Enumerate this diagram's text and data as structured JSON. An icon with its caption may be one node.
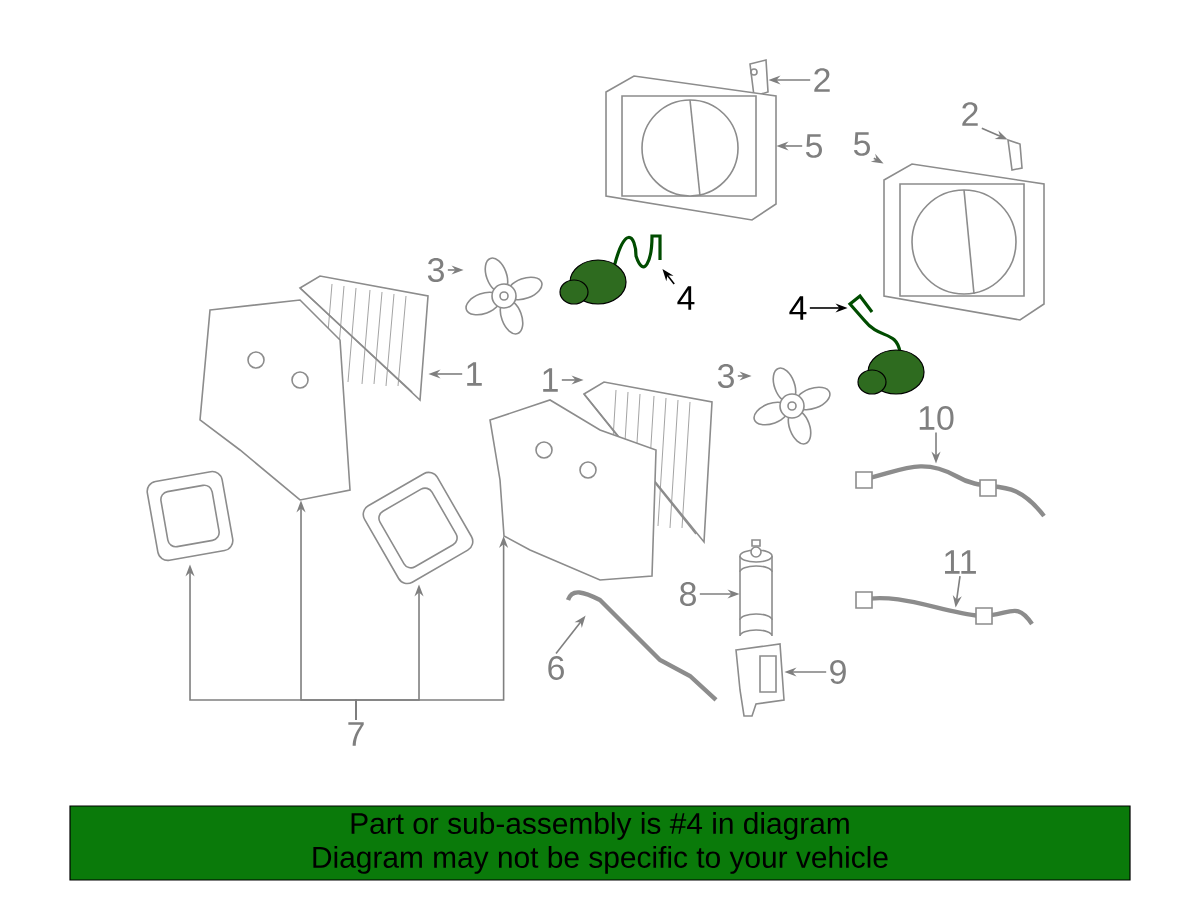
{
  "diagram": {
    "nodes": [
      {
        "text": [
          "2"
        ]
      },
      {
        "text": [
          "5"
        ]
      },
      {
        "text": [
          "2"
        ]
      },
      {
        "text": [
          "5"
        ]
      },
      {
        "text": [
          "3"
        ]
      },
      {
        "text": [
          "4"
        ]
      },
      {
        "text": [
          "4"
        ]
      },
      {
        "text": [
          "1"
        ]
      },
      {
        "text": [
          "3"
        ]
      },
      {
        "text": [
          "1"
        ]
      },
      {
        "text": [
          "10"
        ]
      },
      {
        "text": [
          "8"
        ]
      },
      {
        "text": [
          "11"
        ]
      },
      {
        "text": [
          "6"
        ]
      },
      {
        "text": [
          "9"
        ]
      },
      {
        "text": [
          "7"
        ]
      },
      {
        "text": [
          "Part or sub-assembly is #4 in diagram",
          "Diagram may not be specific to your vehicle"
        ]
      },
      {
        "text": [],
        "shape": "picture"
      },
      {
        "text": [],
        "shape": "picture"
      },
      {
        "text": [],
        "shape": "picture"
      },
      {
        "text": [],
        "shape": "picture"
      },
      {
        "text": [],
        "shape": "picture"
      },
      {
        "text": [],
        "shape": "picture"
      },
      {
        "text": [],
        "shape": "picture"
      },
      {
        "text": [],
        "shape": "picture"
      },
      {
        "text": [],
        "shape": "picture"
      },
      {
        "text": [],
        "shape": "picture"
      },
      {
        "text": [],
        "shape": "picture"
      },
      {
        "text": [],
        "shape": "picture"
      },
      {
        "text": [],
        "shape": "picture"
      },
      {
        "text": [],
        "shape": "picture"
      },
      {
        "text": [],
        "shape": "picture"
      },
      {
        "text": [],
        "shape": "picture"
      },
      {
        "text": [],
        "shape": "picture"
      },
      {
        "text": [],
        "shape": "picture"
      },
      {
        "text": [],
        "shape": "picture"
      }
    ],
    "edges": [
      {
        "from": 0,
        "to": 17,
        "arrow": "to"
      },
      {
        "from": 1,
        "to": 19,
        "arrow": "to"
      },
      {
        "from": 2,
        "to": 18,
        "arrow": "to"
      },
      {
        "from": 3,
        "to": 20,
        "arrow": "to"
      },
      {
        "from": 4,
        "to": 21,
        "arrow": "to"
      },
      {
        "from": 5,
        "to": 23,
        "arrow": "to",
        "color": "#000000"
      },
      {
        "from": 6,
        "to": 24,
        "arrow": "to",
        "color": "#000000"
      },
      {
        "from": 7,
        "to": 25,
        "arrow": "to"
      },
      {
        "from": 8,
        "to": 22,
        "arrow": "to"
      },
      {
        "from": 9,
        "to": 26,
        "arrow": "to"
      },
      {
        "from": 10,
        "to": 34,
        "arrow": "to"
      },
      {
        "from": 11,
        "to": 31,
        "arrow": "to"
      },
      {
        "from": 12,
        "to": 35,
        "arrow": "to"
      },
      {
        "from": 13,
        "to": 32,
        "arrow": "to"
      },
      {
        "from": 14,
        "to": 33,
        "arrow": "to"
      },
      {
        "from": 15,
        "to": 29,
        "arrow": "to"
      },
      {
        "from": 15,
        "to": 27,
        "arrow": "to"
      },
      {
        "from": 15,
        "to": 30,
        "arrow": "to"
      },
      {
        "from": 15,
        "to": 28,
        "arrow": "to"
      }
    ]
  }
}
